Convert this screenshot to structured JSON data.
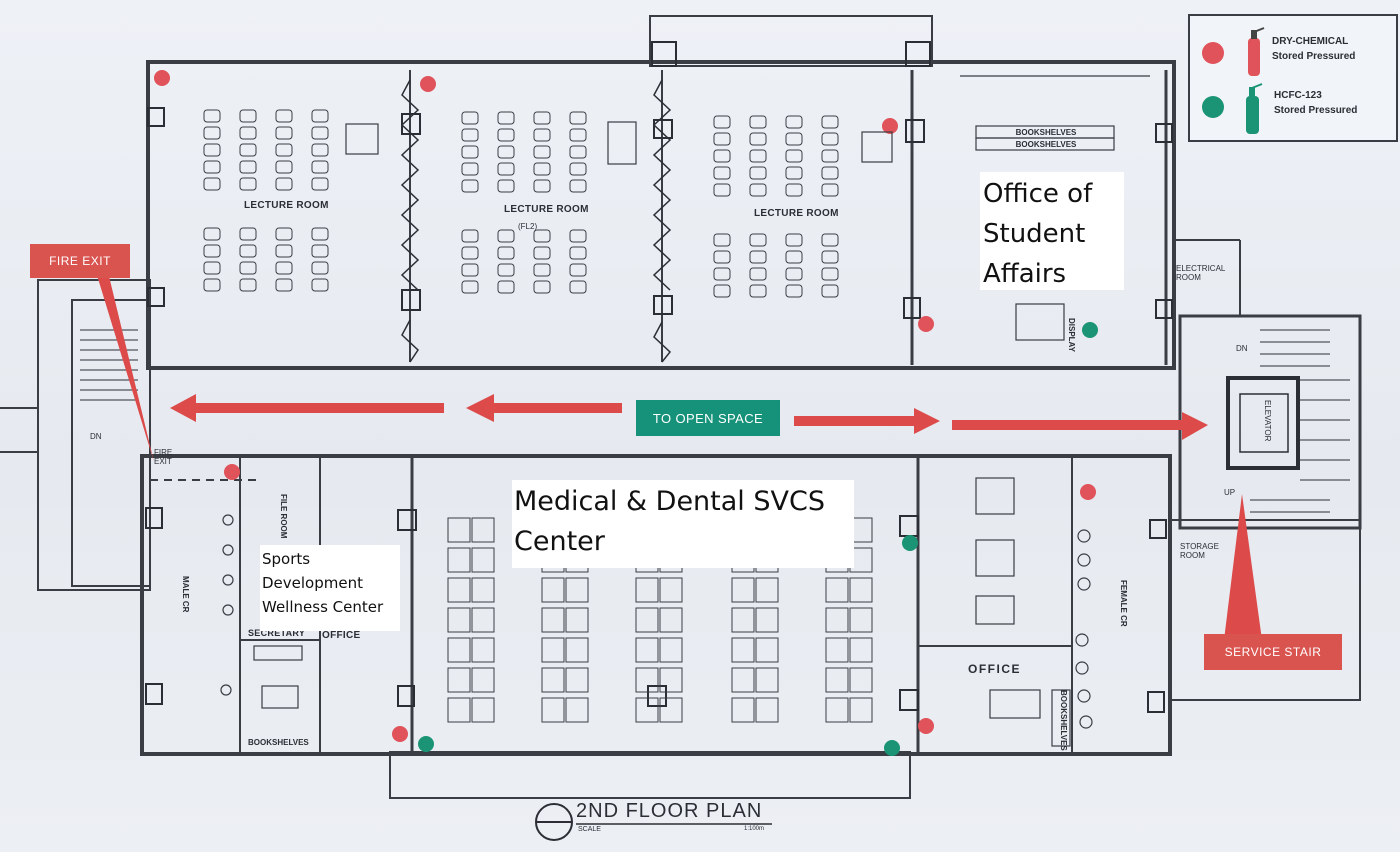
{
  "legend": {
    "items": [
      {
        "color": "#e0535a",
        "name": "DRY-CHEMICAL",
        "sub": "Stored Pressured",
        "icon": "fire-extinguisher-red-icon"
      },
      {
        "color": "#1a9474",
        "name": "HCFC-123",
        "sub": "Stored Pressured",
        "icon": "fire-extinguisher-green-icon"
      }
    ]
  },
  "signs": {
    "fire_exit": "FIRE EXIT",
    "to_open_space": "TO OPEN SPACE",
    "service_stair": "SERVICE STAIR"
  },
  "rooms": {
    "lecture_room_1": "LECTURE ROOM",
    "lecture_room_2": "LECTURE ROOM",
    "lecture_room_3": "LECTURE ROOM",
    "electrical_room": "ELECTRICAL ROOM",
    "storage_room": "STORAGE ROOM",
    "office_right": "OFFICE",
    "office_left": "OFFICE",
    "file_room": "FILE ROOM",
    "male_cr": "MALE CR",
    "female_cr": "FEMALE CR",
    "secretary": "SECRETARY",
    "elevator": "ELEVATOR",
    "display": "DISPLAY",
    "fire_exit_small": "FIRE EXIT",
    "fl2": "(FL2)",
    "dn": "DN",
    "up": "UP",
    "dn_left": "DN"
  },
  "furniture": {
    "bookshelves_1": "BOOKSHELVES",
    "bookshelves_2": "BOOKSHELVES",
    "bookshelves_bottom": "BOOKSHELVES",
    "bookshelves_office": "BOOKSHELVES"
  },
  "overlays": {
    "office_student_affairs": "Office of\nStudent\nAffairs",
    "medical_dental": "Medical & Dental SVCS\nCenter",
    "sports_development": "Sports\nDevelopment\nWellness Center"
  },
  "title": {
    "plan": "2ND FLOOR PLAN",
    "scale": "SCALE",
    "ratio": "1:100m"
  },
  "colors": {
    "extinguisher_red": "#e0535a",
    "extinguisher_green": "#1a9474",
    "route_arrow": "#dc4a4a",
    "sign_red": "#d9534f",
    "sign_teal": "#16917a"
  }
}
